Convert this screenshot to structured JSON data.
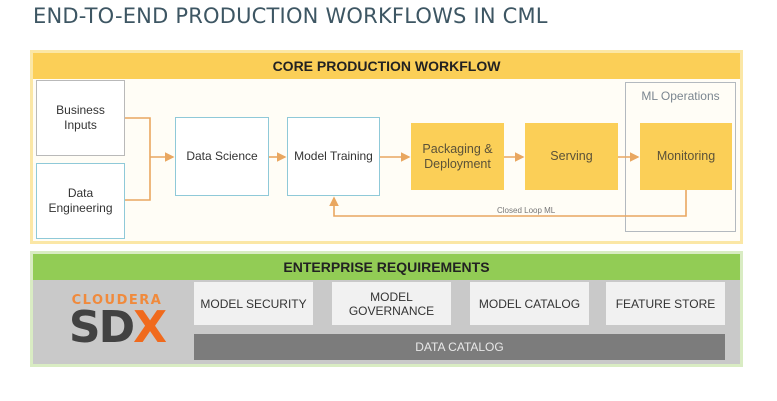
{
  "title": "END-TO-END PRODUCTION WORKFLOWS IN CML",
  "core_workflow": {
    "header": "CORE PRODUCTION WORKFLOW",
    "inputs": [
      {
        "label": "Business\nInputs"
      },
      {
        "label": "Data\nEngineering"
      }
    ],
    "steps": [
      {
        "label": "Data Science"
      },
      {
        "label": "Model Training"
      },
      {
        "label": "Packaging &\nDeployment"
      },
      {
        "label": "Serving"
      },
      {
        "label": "Monitoring"
      }
    ],
    "ml_operations_label": "ML Operations",
    "loop_label": "Closed Loop ML"
  },
  "enterprise": {
    "header": "ENTERPRISE REQUIREMENTS",
    "brand_top": "CLOUDERA",
    "brand_sd": "SD",
    "brand_x": "X",
    "requirements": [
      {
        "label": "MODEL SECURITY"
      },
      {
        "label": "MODEL\nGOVERNANCE"
      },
      {
        "label": "MODEL CATALOG"
      },
      {
        "label": "FEATURE STORE"
      }
    ],
    "data_catalog": "DATA CATALOG"
  },
  "colors": {
    "accent_yellow": "#fbcf57",
    "accent_green": "#92cc55",
    "connector_orange": "#e9a760",
    "sdx_orange": "#f06a1d",
    "title_slate": "#3d5663"
  }
}
